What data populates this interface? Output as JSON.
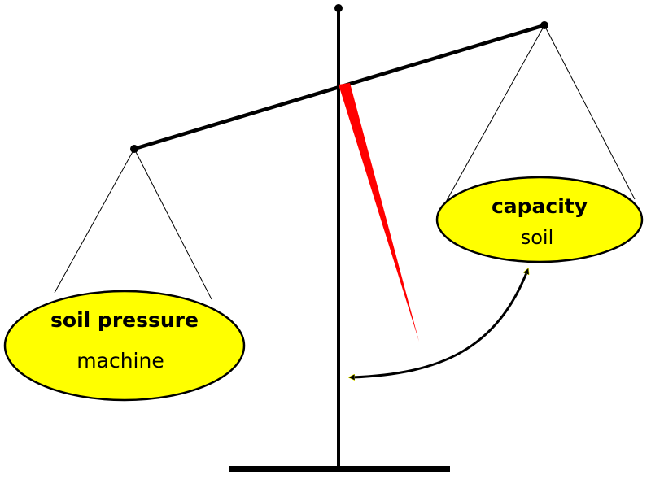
{
  "left_pan": {
    "title": "soil pressure",
    "subtitle": "machine"
  },
  "right_pan": {
    "title": "capacity",
    "subtitle": "soil"
  },
  "colors": {
    "pan_fill": "#ffff00",
    "needle": "#ff0000",
    "structure": "#000000"
  }
}
